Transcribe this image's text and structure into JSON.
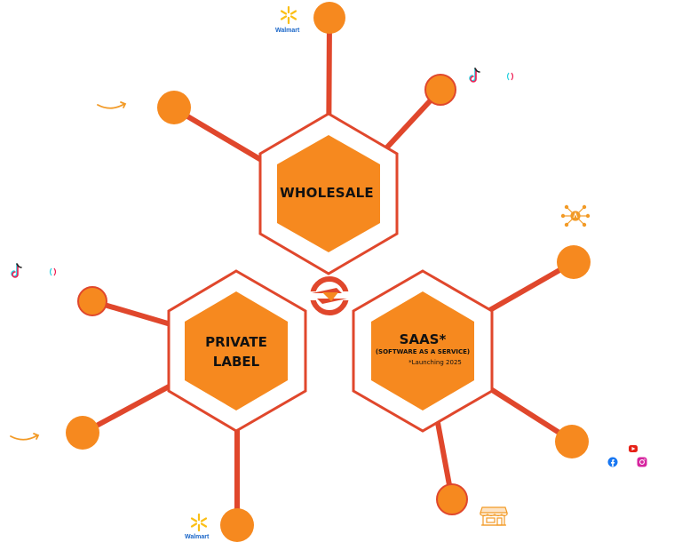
{
  "hubs": {
    "wholesale": {
      "title": "WHOLESALE"
    },
    "private_label": {
      "line1": "PRIVATE",
      "line2": "LABEL"
    },
    "saas": {
      "title": "SAAS*",
      "subtitle": "(SOFTWARE AS A SERVICE)",
      "note": "*Launching 2025"
    }
  },
  "brands": {
    "walmart_top": "Walmart",
    "walmart_bottom": "Walmart"
  },
  "colors": {
    "hex_fill": "#f6891f",
    "hex_outline": "#e0472c",
    "connector": "#e0472c",
    "node_fill": "#f6891f",
    "walmart_blue": "#1a66c8",
    "walmart_yellow": "#fbbf16",
    "amazon_orange": "#f29a26"
  },
  "icons": [
    "walmart-icon",
    "amazon-icon",
    "tiktok-icon",
    "network-icon",
    "facebook-icon",
    "youtube-icon",
    "instagram-icon",
    "storefront-icon",
    "logo-icon"
  ]
}
